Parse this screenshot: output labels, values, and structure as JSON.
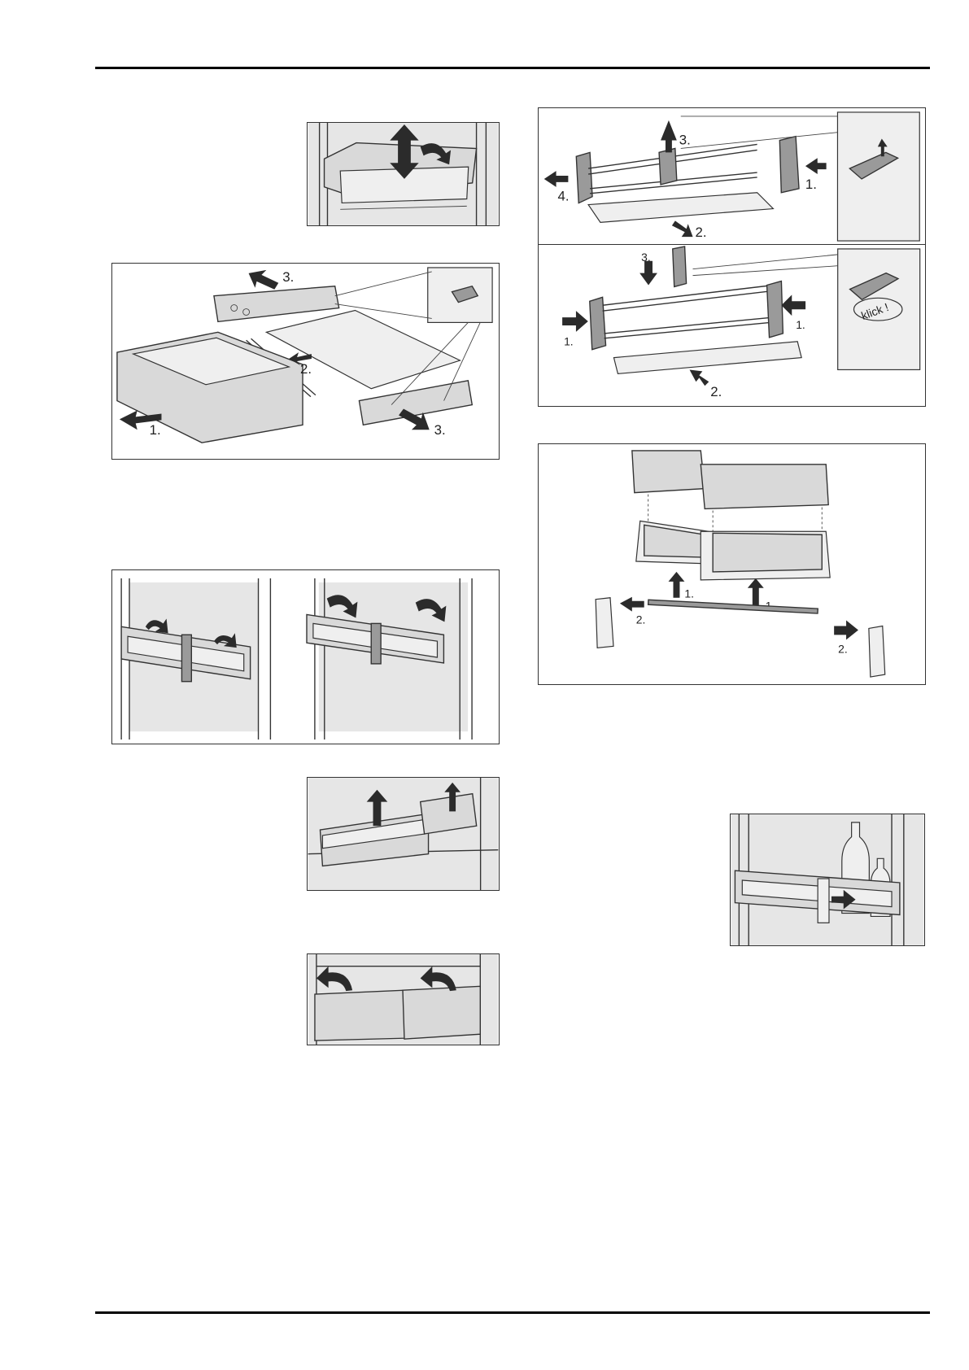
{
  "figures": {
    "drawer_lift": {
      "labels": []
    },
    "drawer_disassembly": {
      "labels": [
        "1.",
        "2.",
        "3.",
        "3."
      ]
    },
    "door_rack_insert": {
      "labels": []
    },
    "box_lift": {
      "labels": []
    },
    "box_tilt": {
      "labels": []
    },
    "shelf_disassembly_top": {
      "labels": [
        "1.",
        "2.",
        "3.",
        "4."
      ]
    },
    "shelf_assembly_bottom": {
      "labels": [
        "1.",
        "1.",
        "2.",
        "3.",
        "klick !"
      ]
    },
    "door_shelf_boxes": {
      "labels": [
        "1.",
        "1.",
        "2.",
        "2."
      ]
    },
    "bottle_holder": {
      "labels": []
    }
  }
}
